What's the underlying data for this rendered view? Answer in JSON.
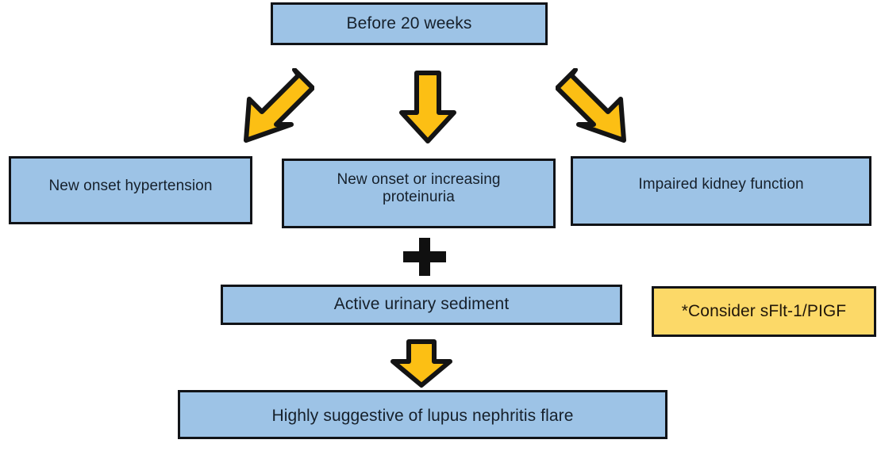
{
  "diagram": {
    "title": "Lupus nephritis flare vs preeclampsia evaluation flowchart",
    "colors": {
      "box_blue": "#9dc3e6",
      "box_yellow": "#fcd968",
      "border": "#111317",
      "arrow_fill": "#fcbf14",
      "arrow_stroke": "#141414",
      "text": "#16202b",
      "background": "#ffffff"
    },
    "nodes": {
      "before_20_weeks": "Before 20 weeks",
      "new_onset_hypertension": "New onset hypertension",
      "new_onset_proteinuria": "New onset or increasing\nproteinuria",
      "impaired_kidney_function": "Impaired kidney function",
      "active_urinary_sediment": "Active urinary sediment",
      "consider_sflt": "*Consider sFlt-1/PIGF",
      "highly_suggestive": "Highly suggestive of lupus nephritis flare"
    },
    "connectors": {
      "arrow_left": "arrow-down-left",
      "arrow_center": "arrow-down",
      "arrow_right": "arrow-down-right",
      "plus": "+",
      "arrow_bottom": "arrow-down"
    }
  }
}
